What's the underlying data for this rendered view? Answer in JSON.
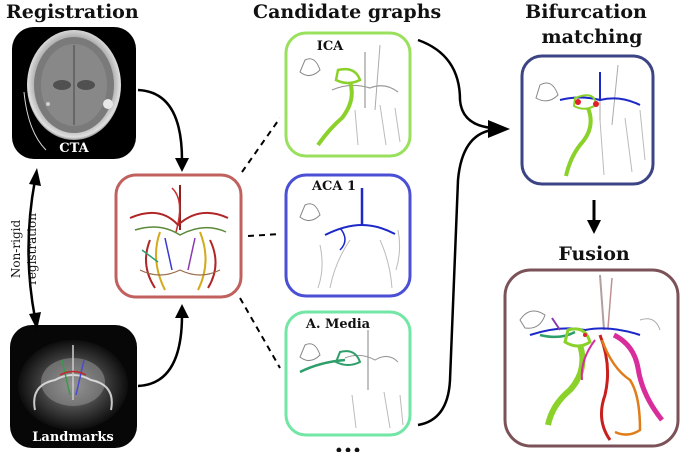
{
  "headings": {
    "registration": "Registration",
    "candidate_graphs": "Candidate graphs",
    "bifurcation_line1": "Bifurcation",
    "bifurcation_line2": "matching",
    "fusion": "Fusion"
  },
  "panels": {
    "cta_label": "CTA",
    "landmarks_label": "Landmarks",
    "ica_label": "ICA",
    "aca_label": "ACA 1",
    "media_label": "A. Media"
  },
  "side_label": {
    "line1": "Non-rigid",
    "line2": "registration"
  },
  "ellipsis": "...",
  "colors": {
    "registered_box": "#c0615f",
    "ica_box": "#99e15c",
    "aca_box": "#4b4fd6",
    "media_box": "#72e6a4",
    "bifurcation_box": "#3b4485",
    "fusion_box": "#7a5258",
    "ica_vessel": "#8ad12a",
    "aca_vessel": "#1d28c9",
    "media_vessel": "#2e9e6a",
    "bifurcation_point": "#e0202a",
    "fusion_magenta": "#d82d9b",
    "fusion_orange": "#e07c1a",
    "fusion_red": "#c8201c"
  }
}
